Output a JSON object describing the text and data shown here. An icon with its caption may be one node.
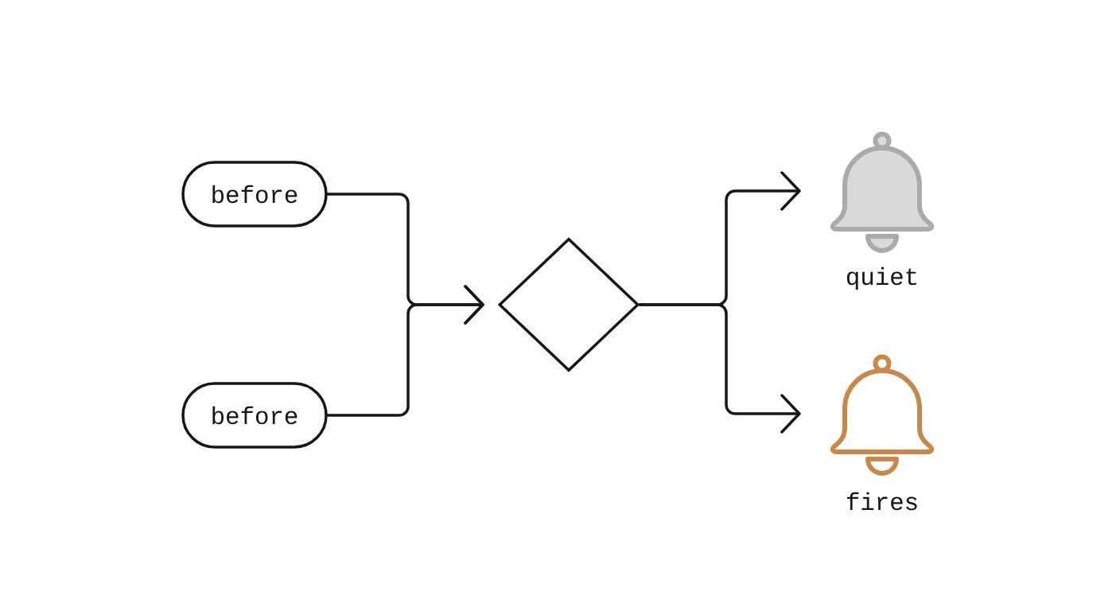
{
  "diagram": {
    "nodes": [
      {
        "text": [
          "before"
        ]
      },
      {
        "text": [
          "before"
        ]
      },
      {
        "text": [],
        "shape": "diamond"
      },
      {
        "text": [],
        "shape": "picture",
        "beside": [
          "quiet"
        ]
      },
      {
        "text": [],
        "shape": "picture",
        "beside": [
          "fires"
        ]
      }
    ],
    "edges": [
      {
        "from": 0,
        "to": 2,
        "arrow": "to"
      },
      {
        "from": 1,
        "to": 2,
        "arrow": "to"
      },
      {
        "from": 2,
        "to": 3,
        "arrow": "to"
      },
      {
        "from": 2,
        "to": 4,
        "arrow": "to"
      }
    ]
  }
}
